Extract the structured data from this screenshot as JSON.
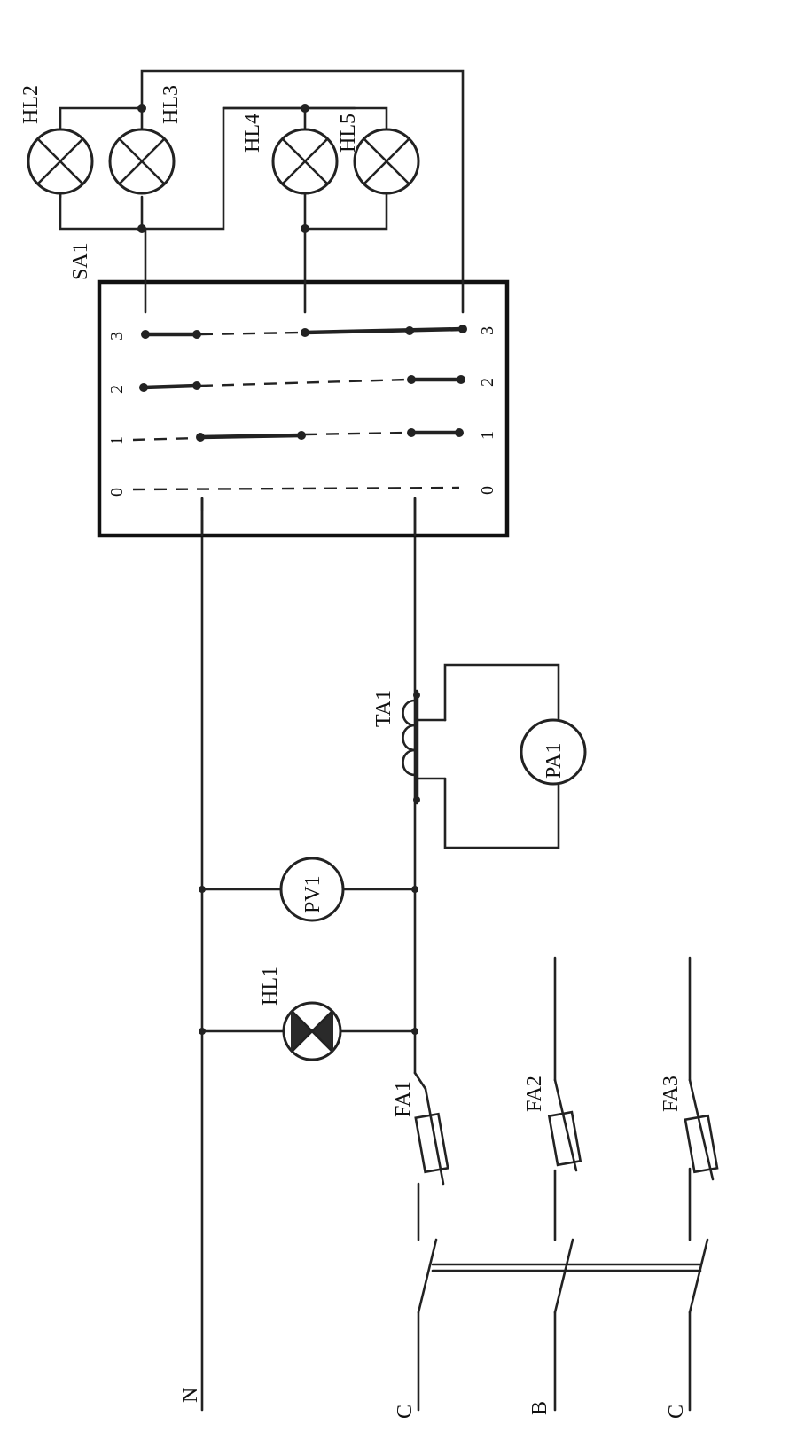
{
  "labels": {
    "hl1": "HL1",
    "hl2": "HL2",
    "hl3": "HL3",
    "hl4": "HL4",
    "hl5": "HL5",
    "sa1": "SA1",
    "ta1": "TA1",
    "pa1": "PA1",
    "pv1": "PV1",
    "fa1": "FA1",
    "fa2": "FA2",
    "fa3": "FA3",
    "phase_n": "N",
    "phase_c1": "C",
    "phase_b": "B",
    "phase_c2": "C"
  },
  "switch_positions": {
    "left": [
      "0",
      "1",
      "2",
      "3"
    ],
    "right": [
      "0",
      "1",
      "2",
      "3"
    ]
  }
}
